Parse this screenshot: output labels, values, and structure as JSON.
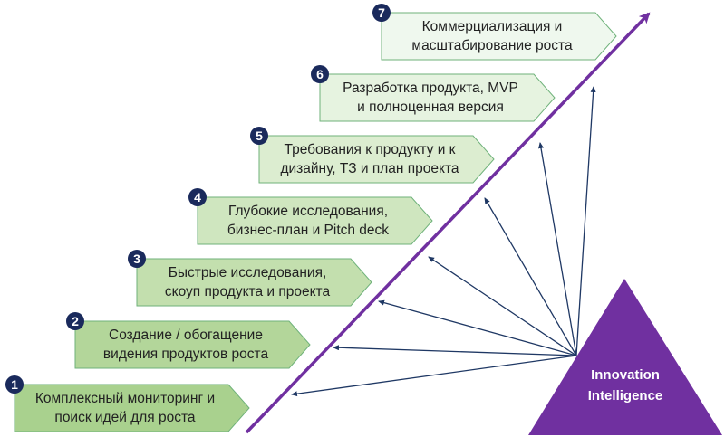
{
  "colors": {
    "axis": "#7030a0",
    "triangle": "#7030a0",
    "fan_arrows": "#1f3864",
    "border": "#6fb27a",
    "badge": "#1a2a5c"
  },
  "steps": [
    {
      "number": "1",
      "line1": "Комплексный мониторинг и",
      "line2": "поиск идей для роста",
      "fill": "#a9d18e"
    },
    {
      "number": "2",
      "line1": "Создание / обогащение",
      "line2": "видения продуктов роста",
      "fill": "#b3d69a"
    },
    {
      "number": "3",
      "line1": "Быстрые исследования,",
      "line2": "скоуп продукта и проекта",
      "fill": "#c3dfae"
    },
    {
      "number": "4",
      "line1": "Глубокие исследования,",
      "line2": "бизнес-план и Pitch deck",
      "fill": "#cfe6bf"
    },
    {
      "number": "5",
      "line1": "Требования к продукту и к",
      "line2": "дизайну, ТЗ и план проекта",
      "fill": "#dcedd0"
    },
    {
      "number": "6",
      "line1": "Разработка продукта, MVP",
      "line2": "и полноценная версия",
      "fill": "#e6f3e0"
    },
    {
      "number": "7",
      "line1": "Коммерциализация и",
      "line2": "масштабирование роста",
      "fill": "#eff8ee"
    }
  ],
  "triangle": {
    "line1": "Innovation",
    "line2": "Intelligence"
  }
}
